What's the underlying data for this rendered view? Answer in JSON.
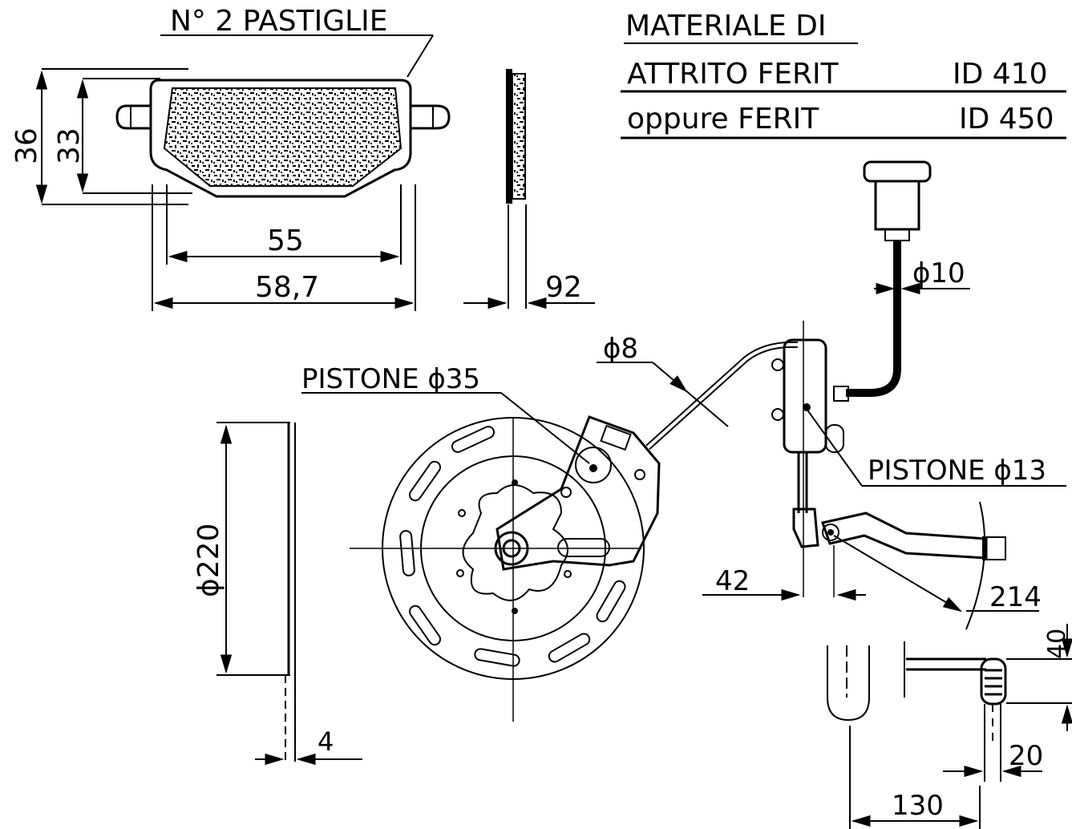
{
  "pads": {
    "title": "N° 2 PASTIGLIE",
    "height_outer": "36",
    "height_inner": "33",
    "width_inner": "55",
    "width_outer": "58,7",
    "thickness": "92"
  },
  "material": {
    "heading": "MATERIALE DI",
    "row1_label": "ATTRITO FERIT",
    "row1_code": "ID 410",
    "row2_label": "oppure FERIT",
    "row2_code": "ID 450"
  },
  "disc": {
    "diameter": "ϕ220",
    "thickness": "4",
    "piston": "PISTONE ϕ35",
    "brake_line": "ϕ8"
  },
  "master": {
    "hose": "ϕ10",
    "piston": "PISTONE ϕ13",
    "dim_42": "42",
    "dim_214": "214",
    "dim_40": "40",
    "dim_20": "20",
    "dim_130": "130"
  }
}
